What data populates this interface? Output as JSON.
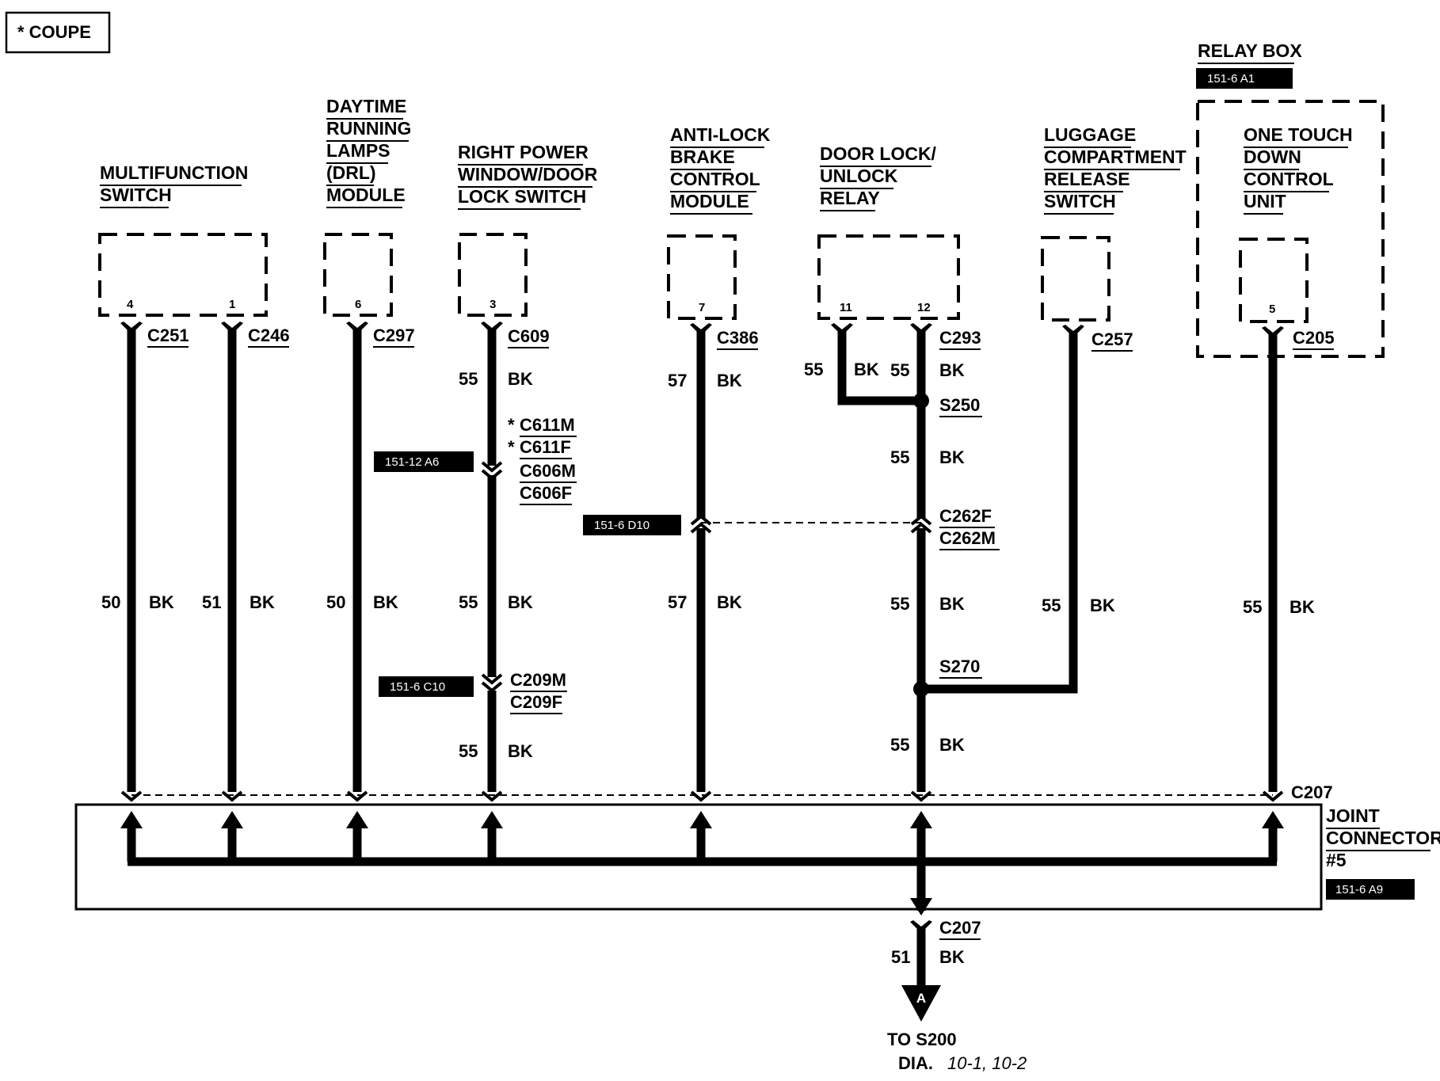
{
  "note": "* COUPE",
  "relay_box": {
    "title": "RELAY BOX",
    "ref": "151-6 A1"
  },
  "components": {
    "multifunction_switch": [
      "MULTIFUNCTION",
      "SWITCH"
    ],
    "drl_module": [
      "DAYTIME",
      "RUNNING",
      "LAMPS",
      "(DRL)",
      "MODULE"
    ],
    "right_power_window": [
      "RIGHT POWER",
      "WINDOW/DOOR",
      "LOCK SWITCH"
    ],
    "abs_module": [
      "ANTI-LOCK",
      "BRAKE",
      "CONTROL",
      "MODULE"
    ],
    "door_lock_relay": [
      "DOOR LOCK/",
      "UNLOCK",
      "RELAY"
    ],
    "luggage_switch": [
      "LUGGAGE",
      "COMPARTMENT",
      "RELEASE",
      "SWITCH"
    ],
    "one_touch": [
      "ONE TOUCH",
      "DOWN",
      "CONTROL",
      "UNIT"
    ]
  },
  "pins": {
    "p4": "4",
    "p1": "1",
    "p6": "6",
    "p3": "3",
    "p7": "7",
    "p11": "11",
    "p12": "12",
    "p5": "5"
  },
  "connectors": {
    "c251": "C251",
    "c246": "C246",
    "c297": "C297",
    "c609": "C609",
    "c386": "C386",
    "c293": "C293",
    "c257": "C257",
    "c205": "C205",
    "c611m": "C611M",
    "c611f": "C611F",
    "c606m": "C606M",
    "c606f": "C606F",
    "c262f": "C262F",
    "c262m": "C262M",
    "c209m": "C209M",
    "c209f": "C209F",
    "c207": "C207",
    "c207b": "C207",
    "s250": "S250",
    "s270": "S270"
  },
  "wires": {
    "w50": "50",
    "w51": "51",
    "w55": "55",
    "w57": "57",
    "bk": "BK",
    "star": "*"
  },
  "tags": {
    "t1": "151-12 A6",
    "t2": "151-6 D10",
    "t3": "151-6 C10",
    "t4": "151-6 A9"
  },
  "joint": [
    "JOINT",
    "CONNECTOR",
    "#5"
  ],
  "footer": {
    "arrow_letter": "A",
    "to": "TO S200",
    "dia": "DIA.",
    "pages": "10-1, 10-2"
  }
}
